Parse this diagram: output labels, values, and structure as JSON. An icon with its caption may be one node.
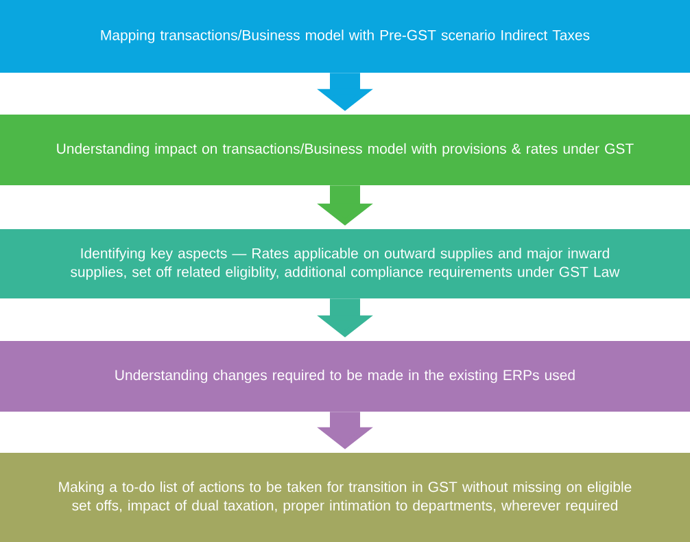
{
  "diagram": {
    "nodes": [
      {
        "text": [
          "Mapping transactions/Business model with Pre-GST scenario Indirect Taxes"
        ]
      },
      {
        "text": [
          "Understanding impact on transactions/Business model with provisions & rates under GST"
        ]
      },
      {
        "text": [
          "Identifying key aspects — Rates applicable on outward supplies and major inward supplies, set off related eligiblity, additional compliance requirements under GST Law"
        ]
      },
      {
        "text": [
          "Understanding changes required to be made in the existing ERPs used"
        ]
      },
      {
        "text": [
          "Making a to-do list of actions to be taken for transition in GST without missing on eligible set offs, impact of dual taxation, proper intimation to departments, wherever required"
        ]
      }
    ],
    "edges": [
      {
        "from": 0,
        "to": 1,
        "arrow": "to",
        "color": "#0aa6df"
      },
      {
        "from": 1,
        "to": 2,
        "arrow": "to",
        "color": "#4db848"
      },
      {
        "from": 2,
        "to": 3,
        "arrow": "to",
        "color": "#38b597"
      },
      {
        "from": 3,
        "to": 4,
        "arrow": "to",
        "color": "#a878b5"
      }
    ]
  }
}
